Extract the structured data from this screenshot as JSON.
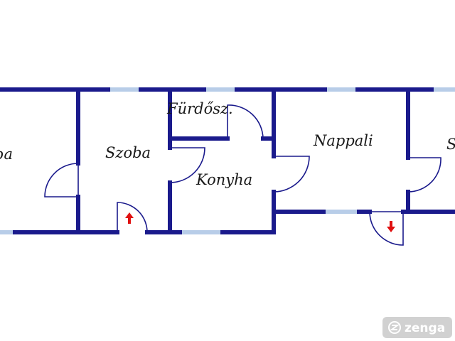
{
  "floorplan": {
    "rooms": [
      {
        "id": "room-left",
        "label": "ba"
      },
      {
        "id": "room-szoba",
        "label": "Szoba"
      },
      {
        "id": "room-furdo",
        "label": "Fürdősz."
      },
      {
        "id": "room-konyha",
        "label": "Konyha"
      },
      {
        "id": "room-nappali",
        "label": "Nappali"
      },
      {
        "id": "room-right",
        "label": "S"
      }
    ],
    "entrances": [
      {
        "id": "entrance-szoba",
        "direction": "up",
        "color": "#e01010"
      },
      {
        "id": "entrance-nappali",
        "direction": "down",
        "color": "#e01010"
      }
    ],
    "colors": {
      "wall": "#1a1a8c",
      "window": "#b8cde8",
      "arrow": "#e01010"
    }
  },
  "watermark": {
    "text": "zenga"
  }
}
